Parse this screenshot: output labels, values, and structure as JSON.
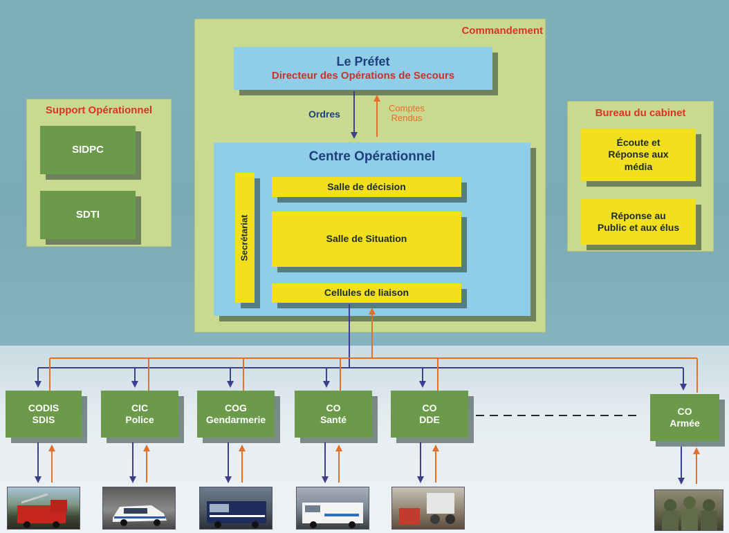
{
  "command": {
    "title": "Commandement"
  },
  "prefet": {
    "line1": "Le Préfet",
    "line2": "Directeur des Opérations de Secours"
  },
  "arrows": {
    "ordres": "Ordres",
    "comptes_line1": "Comptes",
    "comptes_line2": "Rendus"
  },
  "centre": {
    "title": "Centre Opérationnel",
    "secretariat": "Secrétariat",
    "rooms": [
      "Salle de décision",
      "Salle de Situation",
      "Cellules de liaison"
    ]
  },
  "support": {
    "title": "Support Opérationnel",
    "items": [
      "SIDPC",
      "SDTI"
    ]
  },
  "cabinet": {
    "title": "Bureau du cabinet",
    "item1": [
      "Écoute et",
      "Réponse aux",
      "média"
    ],
    "item2": [
      "Réponse au",
      "Public et aux élus"
    ]
  },
  "bottom": [
    {
      "line1": "CODIS",
      "line2": "SDIS"
    },
    {
      "line1": "CIC",
      "line2": "Police"
    },
    {
      "line1": "COG",
      "line2": "Gendarmerie"
    },
    {
      "line1": "CO",
      "line2": "Santé"
    },
    {
      "line1": "CO",
      "line2": "DDE"
    },
    {
      "line1": "CO",
      "line2": "Armée"
    }
  ],
  "colors": {
    "red_title": "#d8332a",
    "ordres_arrow": "#3b3f8c",
    "comptes_arrow": "#e0702a",
    "green_box": "#6b9a4b",
    "yellow_box": "#f2e01f",
    "blue_box": "#8fcde8",
    "panel": "#c9d98f"
  }
}
